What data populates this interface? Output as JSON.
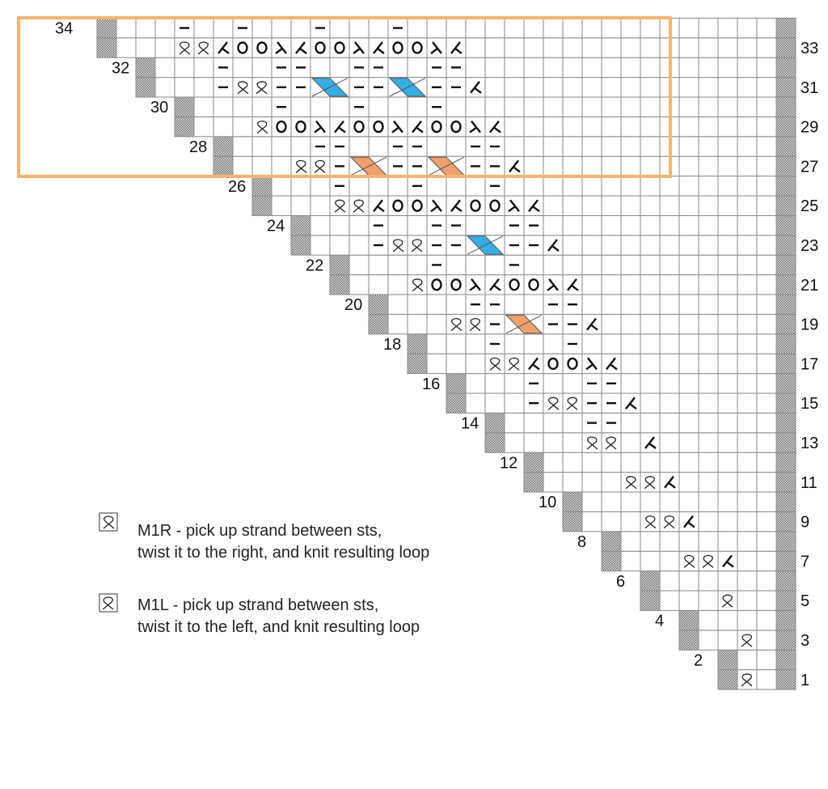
{
  "chart": {
    "row_labels": [
      "1",
      "2",
      "3",
      "4",
      "5",
      "6",
      "7",
      "8",
      "9",
      "10",
      "11",
      "12",
      "13",
      "14",
      "15",
      "16",
      "17",
      "18",
      "19",
      "20",
      "21",
      "22",
      "23",
      "24",
      "25",
      "26",
      "27",
      "28",
      "29",
      "30",
      "31",
      "32",
      "33",
      "34"
    ],
    "highlight_color": "#f8b46c",
    "cable_colors": {
      "blue": "#35aee6",
      "orange": "#f0a06c"
    },
    "symbols": [
      "purl-dash",
      "yarn-over",
      "k2tog",
      "ssk",
      "m1r",
      "m1l",
      "cable-cross",
      "no-stitch"
    ]
  },
  "legend": {
    "m1r": {
      "symbol": "m1r-icon",
      "line1": "M1R - pick up strand between sts,",
      "line2": "twist it to the right, and knit resulting loop"
    },
    "m1l": {
      "symbol": "m1l-icon",
      "line1": "M1L - pick up strand between sts,",
      "line2": "twist it to the left, and knit resulting loop"
    }
  }
}
